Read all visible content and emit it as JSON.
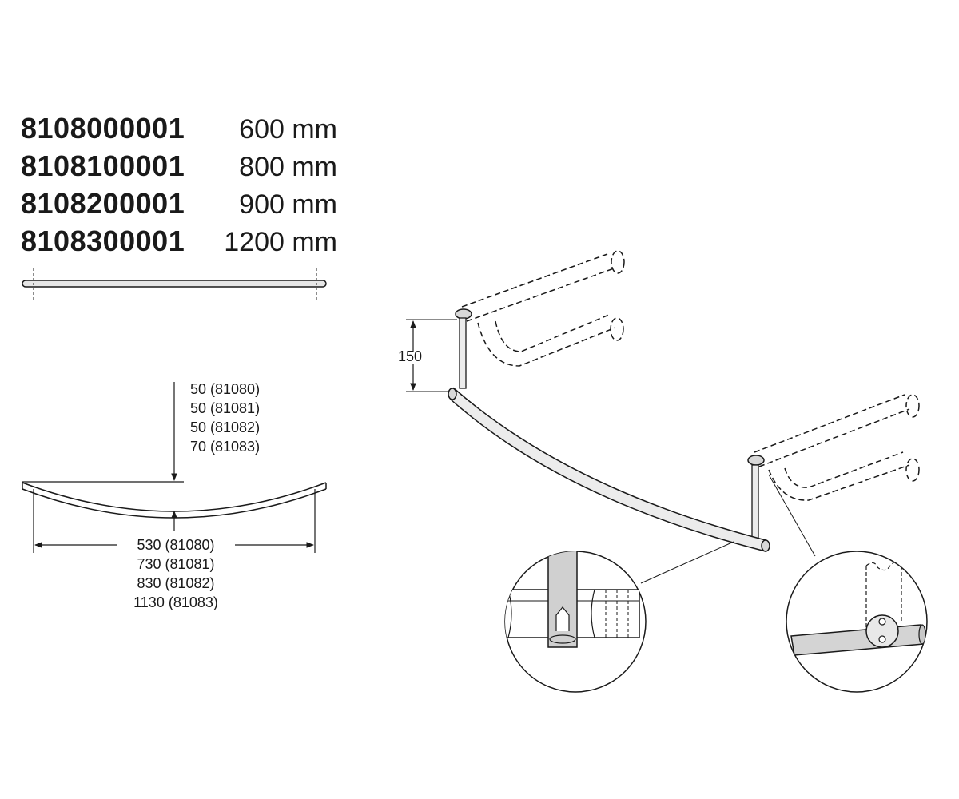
{
  "parts": [
    {
      "code": "8108000001",
      "size": "600 mm"
    },
    {
      "code": "8108100001",
      "size": "800 mm"
    },
    {
      "code": "8108200001",
      "size": "900 mm"
    },
    {
      "code": "8108300001",
      "size": "1200 mm"
    }
  ],
  "sag_labels": [
    "50 (81080)",
    "50 (81081)",
    "50 (81082)",
    "70 (81083)"
  ],
  "span_labels": [
    "530 (81080)",
    "730 (81081)",
    "830 (81082)",
    "1130 (81083)"
  ],
  "height_label": "150",
  "colors": {
    "line": "#1a1a1a",
    "fill": "#d8d8d8"
  }
}
